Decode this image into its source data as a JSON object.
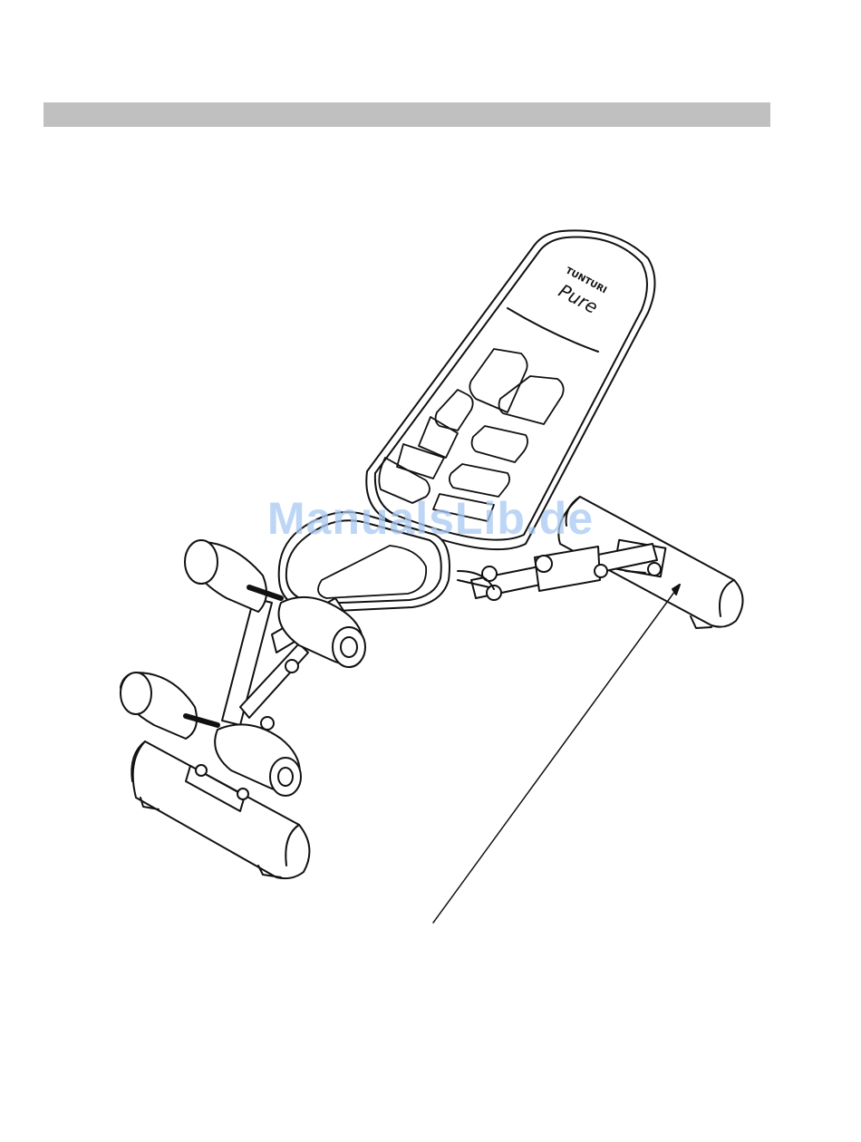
{
  "document": {
    "brand_text": "TUNTURI",
    "model_text": "Pure",
    "watermark": "ManualsLib.de"
  }
}
